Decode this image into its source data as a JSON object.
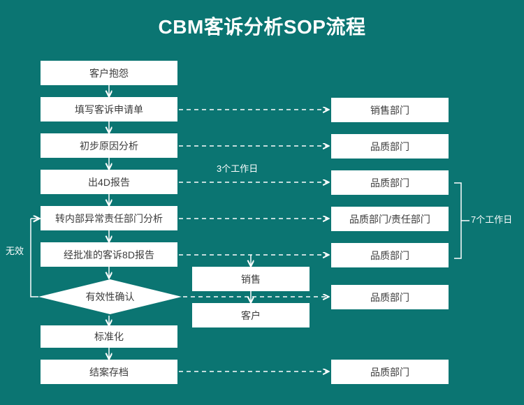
{
  "header": {
    "title": "CBM客诉分析SOP流程",
    "background_color": "#0b7572",
    "title_color": "#ffffff"
  },
  "flow": {
    "box_fill": "#ffffff",
    "box_text_color": "#3c3c3c",
    "connector_color": "#ffffff",
    "left_column": [
      {
        "id": "customer-complaint",
        "label": "客户抱怨"
      },
      {
        "id": "fill-claim-form",
        "label": "填写客诉申请单"
      },
      {
        "id": "preliminary-analysis",
        "label": "初步原因分析"
      },
      {
        "id": "4d-report",
        "label": "出4D报告"
      },
      {
        "id": "internal-dept-analysis",
        "label": "转内部异常责任部门分析"
      },
      {
        "id": "approved-8d-report",
        "label": "经批准的客诉8D报告"
      },
      {
        "id": "standardization",
        "label": "标准化"
      },
      {
        "id": "close-and-archive",
        "label": "结案存档"
      }
    ],
    "decision": {
      "id": "effectiveness-confirmation",
      "label": "有效性确认"
    },
    "middle_column": [
      {
        "id": "sales",
        "label": "销售"
      },
      {
        "id": "customer",
        "label": "客户"
      }
    ],
    "right_column": [
      {
        "id": "owner-sales-dept",
        "label": "销售部门"
      },
      {
        "id": "owner-quality-dept-1",
        "label": "品质部门"
      },
      {
        "id": "owner-quality-dept-2",
        "label": "品质部门"
      },
      {
        "id": "owner-quality-resp",
        "label": "品质部门/责任部门"
      },
      {
        "id": "owner-quality-dept-3",
        "label": "品质部门"
      },
      {
        "id": "owner-quality-dept-4",
        "label": "品质部门"
      },
      {
        "id": "owner-quality-dept-5",
        "label": "品质部门"
      }
    ],
    "annotations": {
      "three_working_days": "3个工作日",
      "seven_working_days": "7个工作日",
      "invalid_loop": "无效"
    }
  }
}
